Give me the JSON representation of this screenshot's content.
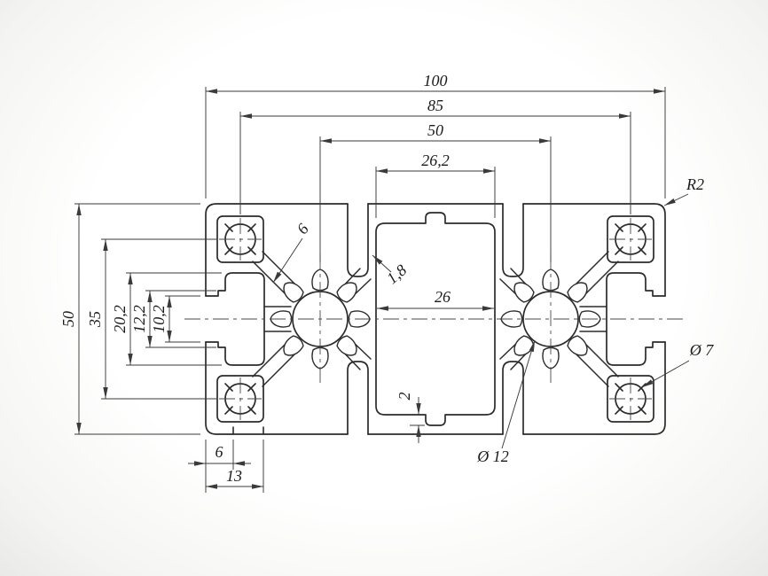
{
  "colors": {
    "line": "#2b2b2b",
    "dimension": "#3a3a3a",
    "background": "#fbfbfa"
  },
  "drawing": {
    "dims": {
      "overall_width": "100",
      "corner_hole_spacing_h": "85",
      "core_hole_spacing": "50",
      "top_slot_width": "26,2",
      "overall_height": "50",
      "corner_hole_spacing_v": "35",
      "end_slot_outer": "20,2",
      "end_slot_mid": "12,2",
      "end_slot_mouth": "10,2",
      "diag_slot_width": "6",
      "wall_thickness": "1,8",
      "cavity_width": "26",
      "bottom_wall": "2",
      "core_hole_dia": "Ø 12",
      "corner_hole_dia": "Ø 7",
      "corner_radius": "R2",
      "corner_slot_offset": "6",
      "corner_slot_far": "13"
    }
  }
}
